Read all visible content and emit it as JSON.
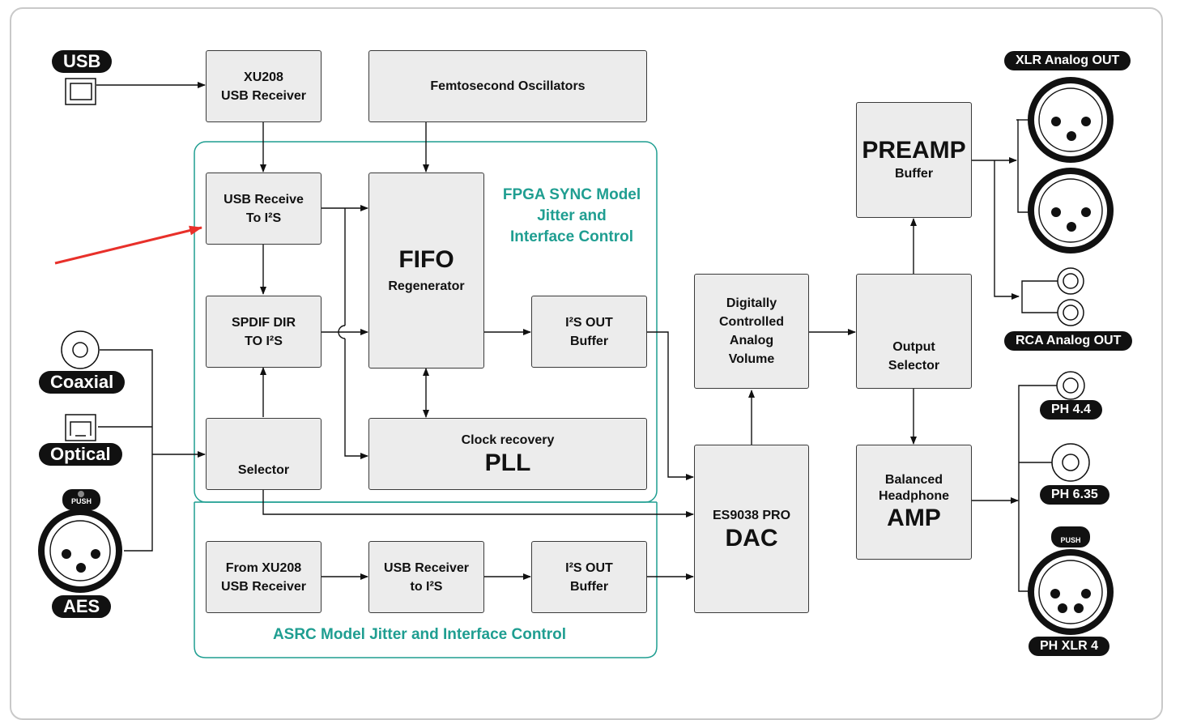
{
  "colors": {
    "teal": "#1f9e91",
    "arrow_red": "#e8302a",
    "box_fill": "#ececec",
    "ink": "#111111"
  },
  "inputs": {
    "usb": "USB",
    "coaxial": "Coaxial",
    "optical": "Optical",
    "aes": "AES",
    "push": "PUSH"
  },
  "boxes": {
    "xu208": "XU208\nUSB Receiver",
    "femto": "Femtosecond Oscillators",
    "usb_i2s": "USB Receive\nTo I²S",
    "spdif": "SPDIF DIR\nTO I²S",
    "selector": "Selector",
    "fifo_title": "FIFO",
    "fifo_sub": "Regenerator",
    "i2s_out_top": "I²S OUT\nBuffer",
    "pll_sub": "Clock recovery",
    "pll_title": "PLL",
    "from_xu208": "From XU208\nUSB Receiver",
    "usb_recv_i2s": "USB Receiver\nto I²S",
    "i2s_out_bottom": "I²S OUT\nBuffer",
    "volume": "Digitally\nControlled\nAnalog\nVolume",
    "dac_sub": "ES9038 PRO",
    "dac_title": "DAC",
    "preamp_title": "PREAMP",
    "preamp_sub": "Buffer",
    "output_selector": "Output\nSelector",
    "amp_sub": "Balanced\nHeadphone",
    "amp_title": "AMP"
  },
  "regions": {
    "fpga": "FPGA SYNC Model\nJitter and\nInterface Control",
    "asrc": "ASRC Model Jitter and Interface Control"
  },
  "outputs": {
    "xlr": "XLR Analog OUT",
    "rca": "RCA Analog OUT",
    "ph44": "PH 4.4",
    "ph635": "PH 6.35",
    "phxlr4": "PH XLR 4",
    "push": "PUSH"
  }
}
